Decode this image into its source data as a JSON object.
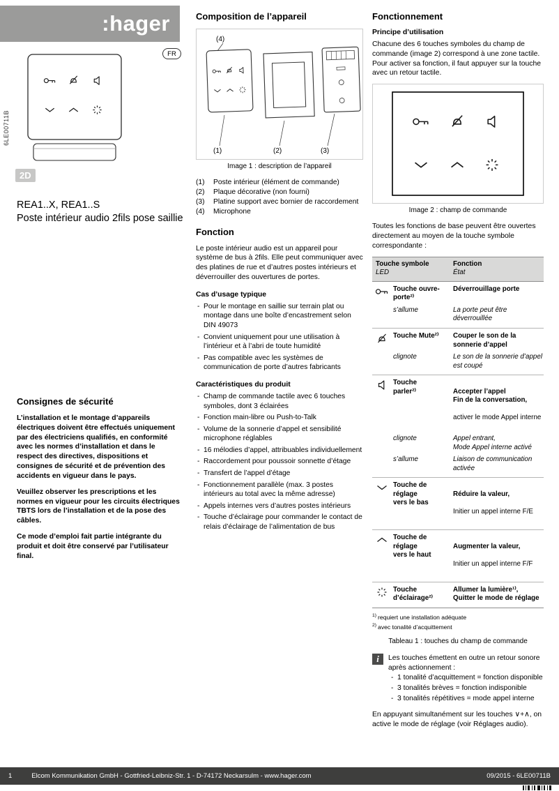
{
  "brand": {
    "logo": ":hager"
  },
  "meta": {
    "lang_badge": "FR",
    "doc_code": "6LE00711B",
    "format_badge": "2D"
  },
  "left": {
    "title_line1": "REA1..X, REA1..S",
    "title_line2": "Poste intérieur audio 2fils pose saillie",
    "safety_heading": "Consignes de sécurité",
    "safety_p1": "L’installation et le montage d’appareils électriques doivent être effectués uniquement par des électriciens qualifiés, en conformité avec les normes d’installation et dans le respect des directives, dispositions et consignes de sécurité et de prévention des accidents en vigueur dans le pays.",
    "safety_p2": "Veuillez observer les prescriptions et les normes en vigueur pour les circuits électriques TBTS lors de l’installation et de la pose des câbles.",
    "safety_p3": "Ce mode d’emploi fait partie intégrante du produit et doit être conservé par l’utilisateur final."
  },
  "middle": {
    "composition_heading": "Composition de l’appareil",
    "figure1": {
      "caption": "Image 1 : description de l’appareil",
      "c1": "(1)",
      "c2": "(2)",
      "c3": "(3)",
      "c4": "(4)"
    },
    "parts": [
      {
        "num": "(1)",
        "text": "Poste intérieur (élément de commande)"
      },
      {
        "num": "(2)",
        "text": "Plaque décorative (non fourni)"
      },
      {
        "num": "(3)",
        "text": "Platine support avec bornier de raccordement"
      },
      {
        "num": "(4)",
        "text": "Microphone"
      }
    ],
    "fonction_heading": "Fonction",
    "fonction_intro": "Le poste intérieur audio est un appareil pour système de bus à 2fils. Elle peut communiquer avec des platines de rue et d’autres postes intérieurs et déverrouiller des ouvertures de portes.",
    "usage_heading": "Cas d’usage typique",
    "usage": [
      "Pour le montage en saillie sur terrain plat ou montage dans une boîte d’encastrement selon DIN 49073",
      "Convient uniquement pour une utilisation à l’intérieur et à l’abri de toute humidité",
      "Pas compatible avec les systèmes de communication de porte d’autres fabricants"
    ],
    "features_heading": "Caractéristiques du produit",
    "features": [
      "Champ de commande tactile avec 6 touches symboles, dont 3 éclairées",
      "Fonction main-libre ou Push-to-Talk",
      "Volume de la sonnerie d’appel et sensibilité microphone réglables",
      "16 mélodies d’appel, attribuables individuellement",
      "Raccordement pour poussoir sonnette d’étage",
      "Transfert de l’appel d’étage",
      "Fonctionnement parallèle (max. 3 postes intérieurs au total avec la même adresse)",
      "Appels internes vers d’autres postes intérieurs",
      "Touche d’éclairage pour commander le contact de relais d’éclairage de l’alimentation de bus"
    ]
  },
  "right": {
    "heading": "Fonctionnement",
    "principe_heading": "Principe d’utilisation",
    "principe_text": "Chacune des 6 touches symboles du champ de commande (image 2) correspond à une zone tactile. Pour activer sa fonction, il faut appuyer sur la touche avec un retour tactile.",
    "figure2_caption": "Image 2 : champ de commande",
    "table_intro": "Toutes les fonctions de base peuvent être ouvertes directement au moyen de la touche symbole correspondante :",
    "table": {
      "header": {
        "col1_line1": "Touche symbole",
        "col1_line2": "LED",
        "col2_line1": "Fonction",
        "col2_line2": "État"
      },
      "rows": [
        {
          "icon": "door-release-icon",
          "touche": "Touche ouvre-\nporte²⁾",
          "fonction": "Déverrouillage porte",
          "state1": "s’allume",
          "state1_desc": "La porte peut être\ndéverrouillée"
        },
        {
          "icon": "mute-icon",
          "touche": "Touche Mute²⁾",
          "fonction": "Couper le son de la\nsonnerie d’appel",
          "state1": "clignote",
          "state1_desc": "Le son de la sonnerie d’appel\nest coupé"
        },
        {
          "icon": "speaker-icon",
          "touche": "Touche\nparler²⁾",
          "fonction": "Accepter l’appel\nFin de la conversation,",
          "fonction2": "activer le mode Appel interne",
          "state1": "clignote",
          "state1_desc": "Appel entrant,\nMode Appel interne activé",
          "state2": "s’allume",
          "state2_desc": "Liaison de communication\nactivée"
        },
        {
          "icon": "chevron-down-icon",
          "touche": "Touche de\nréglage\nvers le bas",
          "fonction": "Réduire la valeur,",
          "fonction2": "Initier un appel interne F/E"
        },
        {
          "icon": "chevron-up-icon",
          "touche": "Touche de\nréglage\nvers le haut",
          "fonction": "Augmenter la valeur,",
          "fonction2": "Initier un appel interne F/F"
        },
        {
          "icon": "light-icon",
          "touche": "Touche\nd’éclairage²⁾",
          "fonction": "Allumer la lumière¹⁾,\nQuitter le mode de réglage"
        }
      ]
    },
    "footnotes": {
      "fn1_marker": "1)",
      "fn1_text": "requiert une installation adéquate",
      "fn2_marker": "2)",
      "fn2_text": "avec tonalité d’acquittement"
    },
    "table_caption": "Tableau 1 : touches du champ de commande",
    "info": {
      "icon_glyph": "i",
      "intro": "Les touches émettent en outre un retour sonore après actionnement :",
      "items": [
        "1 tonalité d’acquittement = fonction disponible",
        "3 tonalités brèves = fonction indisponible",
        "3 tonalités répétitives = mode appel interne"
      ]
    },
    "closing": "En appuyant simultanément sur les touches ∨+∧, on active le mode de réglage (voir Réglages audio)."
  },
  "footer": {
    "page_number": "1",
    "company": "Elcom Kommunikation GmbH - Gottfried-Leibniz-Str. 1 - D-74172 Neckarsulm - www.hager.com",
    "issue": "09/2015 - 6LE00711B"
  },
  "colors": {
    "brand_gray": "#9b9b9a",
    "footer_gray": "#3e3e3d",
    "table_header": "#d9d9d8"
  }
}
